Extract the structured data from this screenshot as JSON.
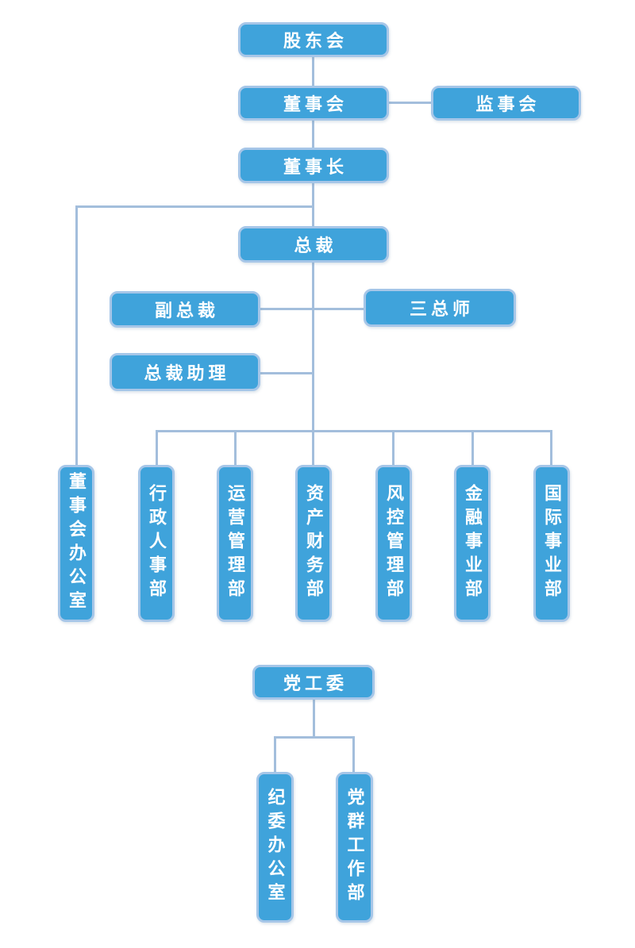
{
  "diagram": {
    "type": "org-chart",
    "language": "zh-CN",
    "nodes": {
      "shareholders": "股东会",
      "board": "董事会",
      "supervisory": "监事会",
      "chairman": "董事长",
      "president": "总裁",
      "vice_president": "副总裁",
      "three_chiefs": "三总师",
      "president_assistant": "总裁助理",
      "board_office": "董事会办公室",
      "admin_hr": "行政人事部",
      "operations": "运营管理部",
      "asset_finance": "资产财务部",
      "risk_control": "风控管理部",
      "financial_business": "金融事业部",
      "international_business": "国际事业部",
      "party_committee": "党工委",
      "discipline_office": "纪委办公室",
      "party_masses": "党群工作部"
    },
    "edges": [
      [
        "股东会",
        "董事会"
      ],
      [
        "董事会",
        "监事会"
      ],
      [
        "董事会",
        "董事长"
      ],
      [
        "董事长",
        "总裁"
      ],
      [
        "董事长",
        "董事会办公室"
      ],
      [
        "总裁",
        "副总裁"
      ],
      [
        "总裁",
        "三总师"
      ],
      [
        "总裁",
        "总裁助理"
      ],
      [
        "总裁",
        "行政人事部"
      ],
      [
        "总裁",
        "运营管理部"
      ],
      [
        "总裁",
        "资产财务部"
      ],
      [
        "总裁",
        "风控管理部"
      ],
      [
        "总裁",
        "金融事业部"
      ],
      [
        "总裁",
        "国际事业部"
      ],
      [
        "党工委",
        "纪委办公室"
      ],
      [
        "党工委",
        "党群工作部"
      ]
    ],
    "colors": {
      "node_fill": "#3FA3DB",
      "node_border": "#A6C6E8",
      "connector": "#A3BEDC",
      "text": "#FFFFFF",
      "background": "#FFFFFF"
    }
  }
}
